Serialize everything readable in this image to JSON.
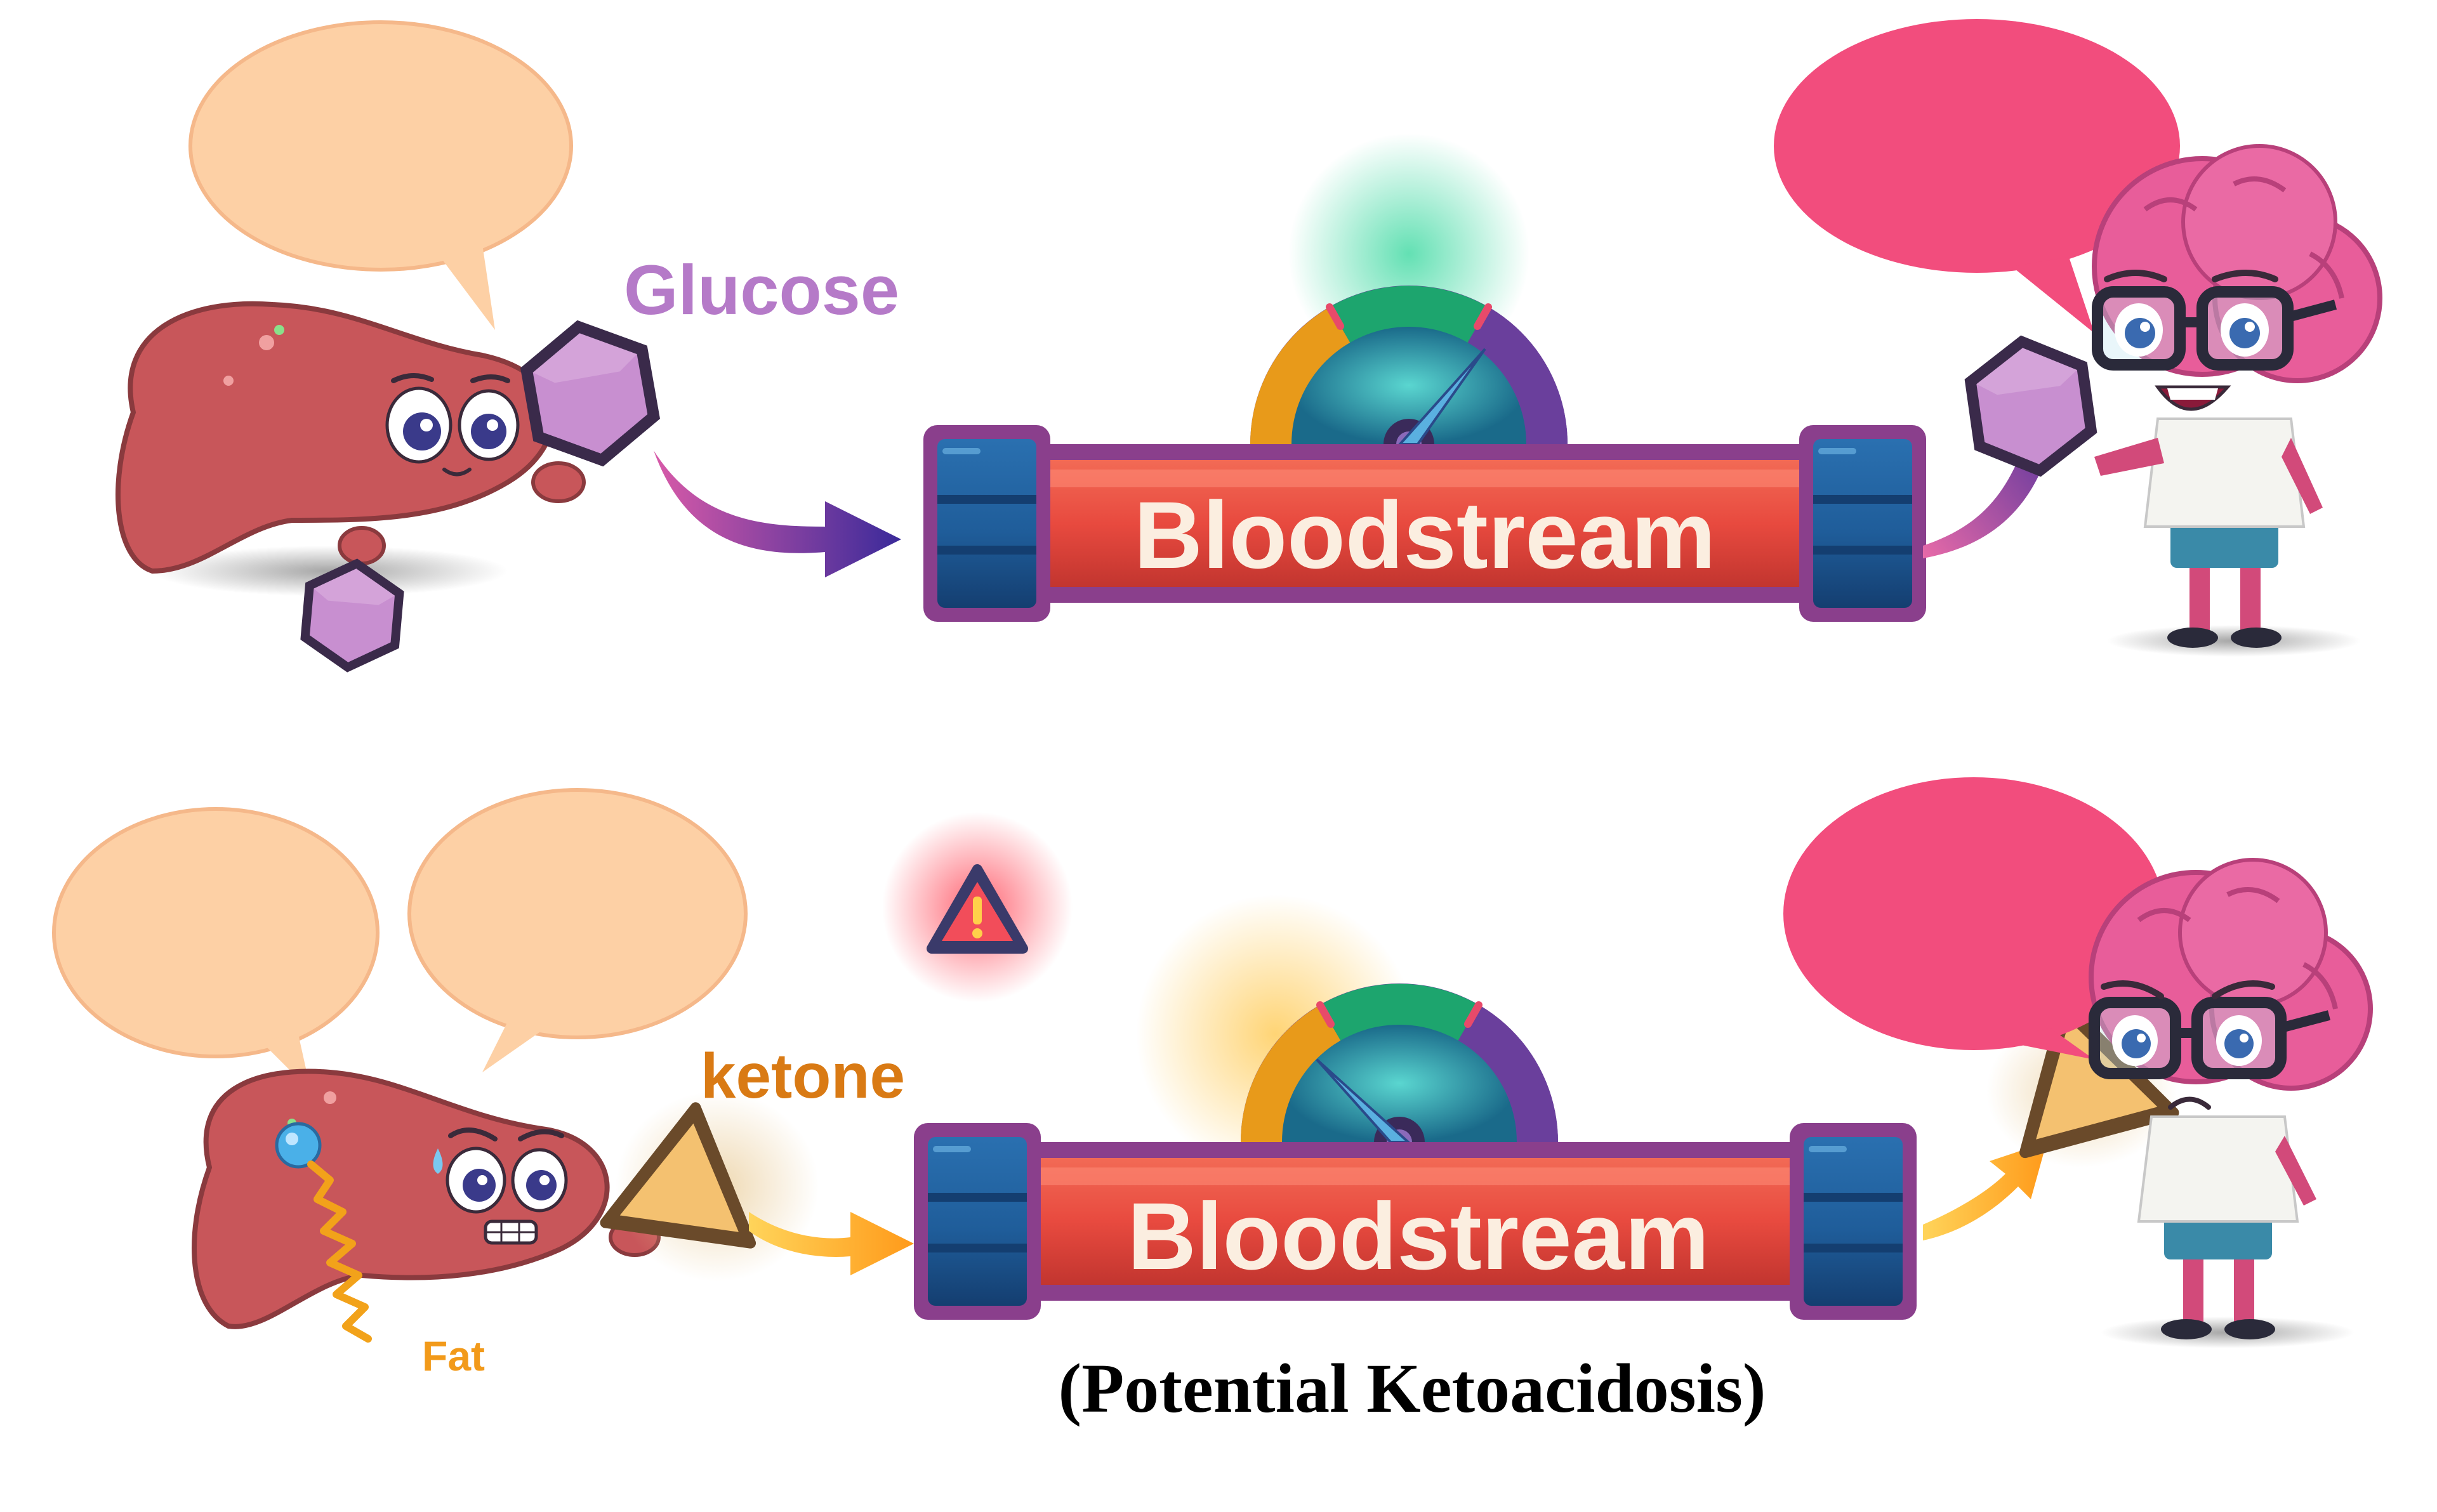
{
  "panels": [
    {
      "id": "normal",
      "nutrient_label": "Glucose",
      "pipe_label": "Bloodstream",
      "gauge_needle_position": "purple",
      "brain_mood": "happy",
      "warning": false
    },
    {
      "id": "ketone",
      "nutrient_label": "ketone",
      "source_label": "Fat",
      "pipe_label": "Bloodstream",
      "gauge_needle_position": "blue",
      "brain_mood": "worried",
      "warning": true,
      "caption": "(Potential Ketoacidosis)"
    }
  ],
  "icons": {
    "glucose_shape": "hexagon-icon",
    "ketone_shape": "triangle-icon",
    "warning": "warning-triangle-icon"
  },
  "colors": {
    "liver_body": "#c8565a",
    "brain_body": "#e85d9a",
    "pipe_red": "#e84a3f",
    "pipe_cap_blue": "#1f5d9a",
    "pipe_rim_purple": "#8a3f8c",
    "speech_peach": "#fdd0a5",
    "speech_pink": "#f24d7d",
    "glucose_text": "#b57ac8",
    "glucose_hex": "#c88fd0",
    "ketone_text": "#d97a14",
    "ketone_tri": "#f4c170",
    "fat_text": "#f29a1a",
    "gauge_orange": "#e89a1a",
    "gauge_green": "#1da56e",
    "gauge_purple": "#6a3f9c",
    "caption_text": "#000000",
    "warning_glow": "#ff5a6a"
  }
}
